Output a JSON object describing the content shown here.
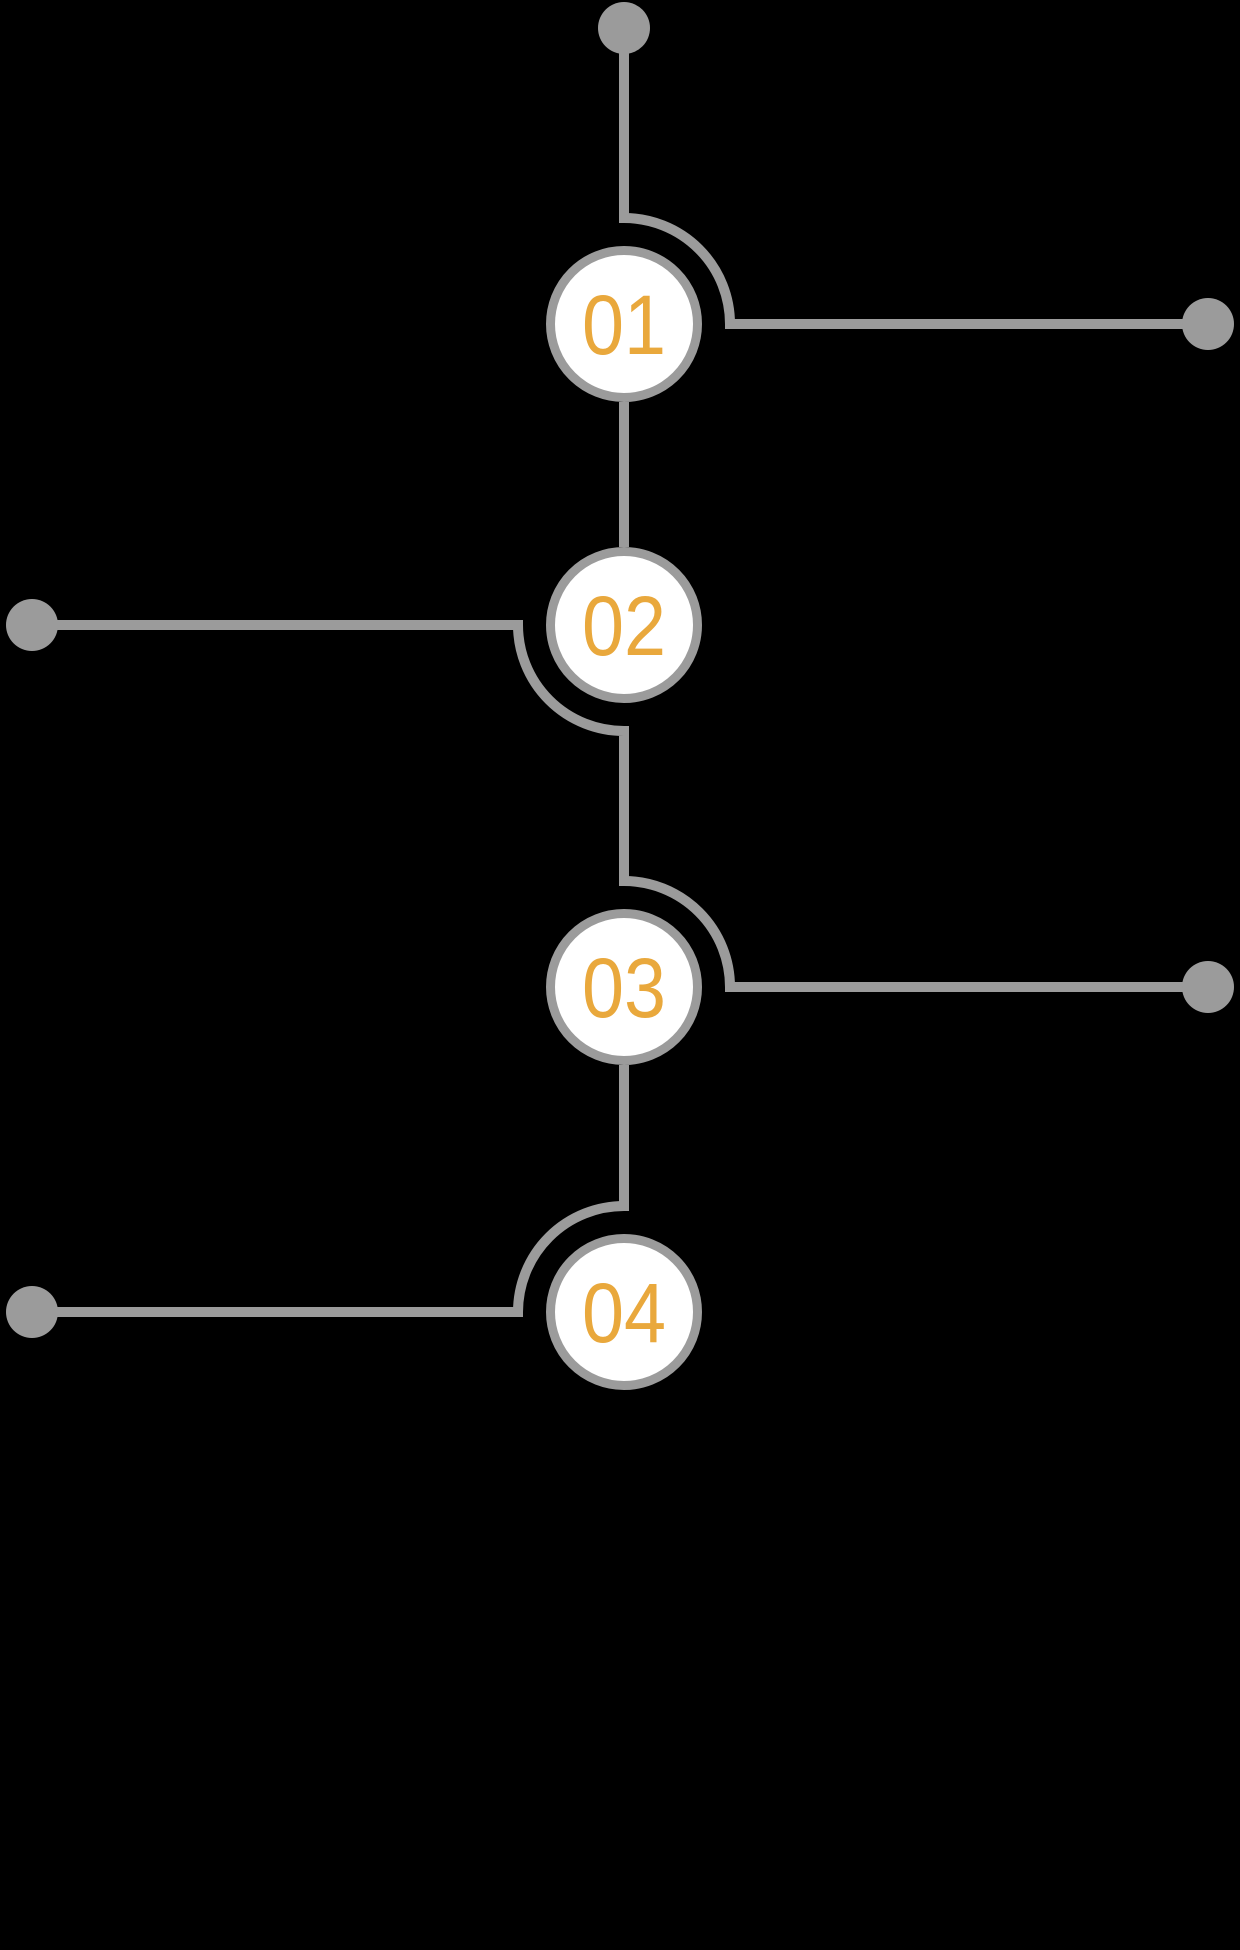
{
  "diagram": {
    "kind": "vertical-step-timeline",
    "background_color": "#000000",
    "connector_color": "#9B9B9B",
    "endpoint_dot_color": "#9B9B9B",
    "node": {
      "fill_color": "#FFFFFF",
      "border_color": "#9B9B9B",
      "number_color": "#E9A83C"
    },
    "steps": [
      {
        "number": "01",
        "branch_side": "right"
      },
      {
        "number": "02",
        "branch_side": "left"
      },
      {
        "number": "03",
        "branch_side": "right"
      },
      {
        "number": "04",
        "branch_side": "left"
      }
    ]
  }
}
